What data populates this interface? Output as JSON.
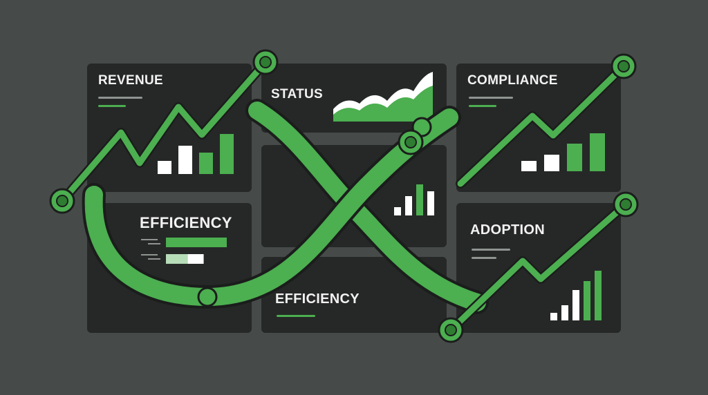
{
  "colors": {
    "background": "#464a48",
    "panel": "#262827",
    "accent_green": "#4caf50",
    "white": "#ffffff",
    "light_green": "#b6dcb8",
    "muted_text": "#8f9491"
  },
  "panels": {
    "revenue": {
      "label": "REVENUE",
      "bars": [
        {
          "level": 0.25,
          "color": "white"
        },
        {
          "level": 0.55,
          "color": "white"
        },
        {
          "level": 0.42,
          "color": "green"
        },
        {
          "level": 0.78,
          "color": "green"
        }
      ]
    },
    "status": {
      "label": "STATUS"
    },
    "compliance": {
      "label": "COMPLIANCE",
      "bars": [
        {
          "level": 0.18,
          "color": "white"
        },
        {
          "level": 0.28,
          "color": "white"
        },
        {
          "level": 0.48,
          "color": "green"
        },
        {
          "level": 0.65,
          "color": "green"
        }
      ]
    },
    "center": {
      "bars": [
        {
          "level": 0.12,
          "color": "white"
        },
        {
          "level": 0.28,
          "color": "white"
        },
        {
          "level": 0.45,
          "color": "green"
        },
        {
          "level": 0.35,
          "color": "white"
        }
      ]
    },
    "efficiency_left": {
      "label": "EFFICIENCY",
      "progress": [
        1.0,
        0.62
      ]
    },
    "adoption": {
      "label": "ADOPTION",
      "bars": [
        {
          "level": 0.12,
          "color": "white"
        },
        {
          "level": 0.25,
          "color": "white"
        },
        {
          "level": 0.5,
          "color": "white"
        },
        {
          "level": 0.65,
          "color": "green"
        },
        {
          "level": 0.82,
          "color": "green"
        }
      ]
    },
    "efficiency_bottom": {
      "label": "EFFICIENCY"
    }
  },
  "icons": [
    "trend-node-icon",
    "trend-line-icon",
    "area-chart-icon",
    "bar-chart-icon",
    "progress-bars-icon",
    "menu-lines-icon"
  ]
}
